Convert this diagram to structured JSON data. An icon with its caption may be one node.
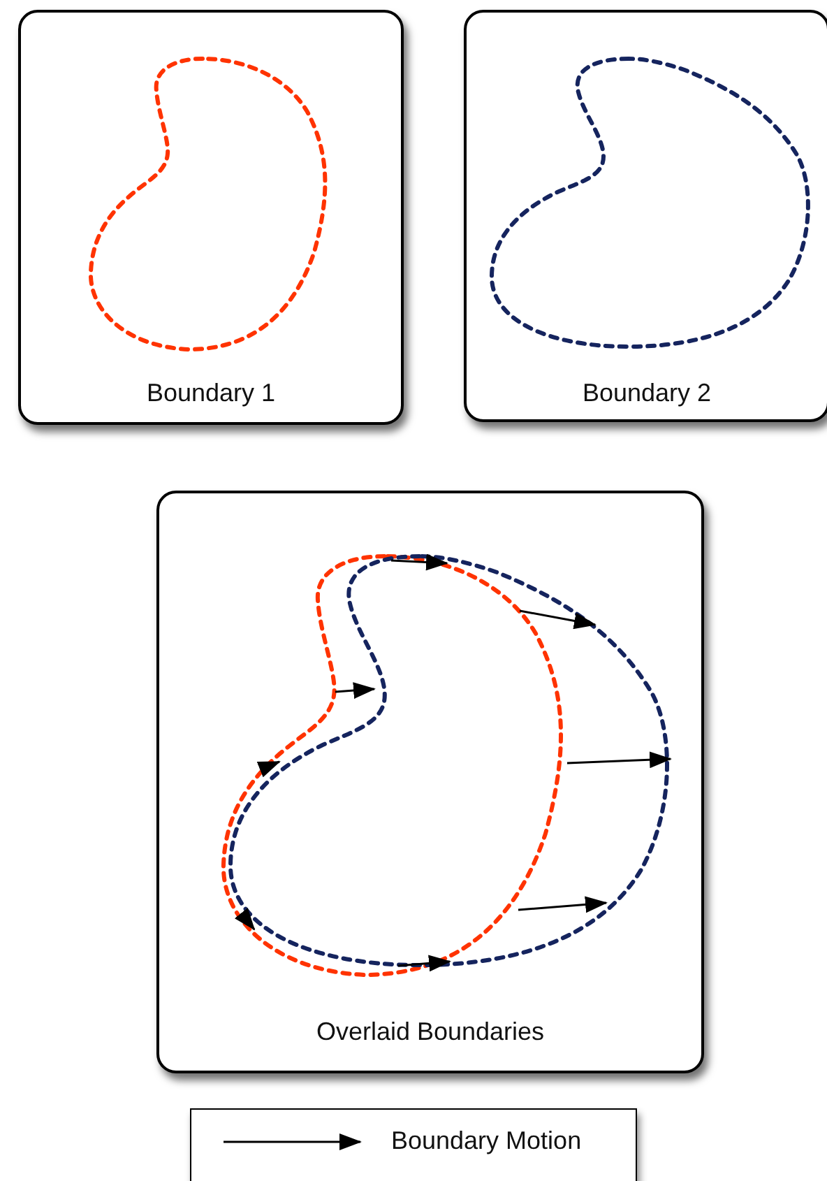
{
  "diagram": {
    "nodes": [
      {
        "text": [
          "Boundary 1"
        ]
      },
      {
        "text": [
          "Boundary 2"
        ]
      },
      {
        "text": [
          "Overlaid Boundaries"
        ]
      }
    ],
    "edges": [],
    "legend": [
      {
        "text": "Boundary Motion"
      }
    ]
  }
}
